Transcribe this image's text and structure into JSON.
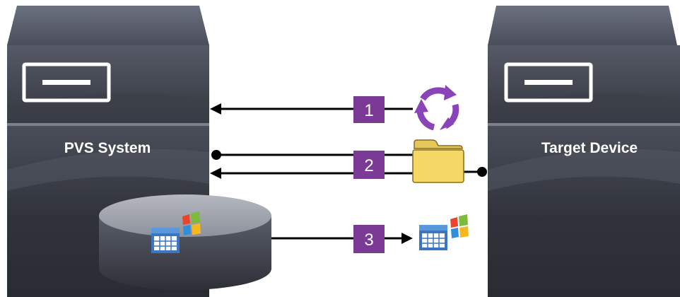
{
  "left_device": {
    "label": "PVS System"
  },
  "right_device": {
    "label": "Target Device"
  },
  "steps": [
    {
      "number": "1",
      "icon": "refresh-cycle-icon"
    },
    {
      "number": "2",
      "icon": "folder-icon"
    },
    {
      "number": "3",
      "icon": "windows-app-icon"
    }
  ],
  "colors": {
    "server_body": "#3a3d47",
    "server_top": "#565b68",
    "step_badge": "#7a3a96",
    "cycle_icon": "#8a44b8",
    "folder": "#f5d766",
    "arrow": "#000000"
  }
}
